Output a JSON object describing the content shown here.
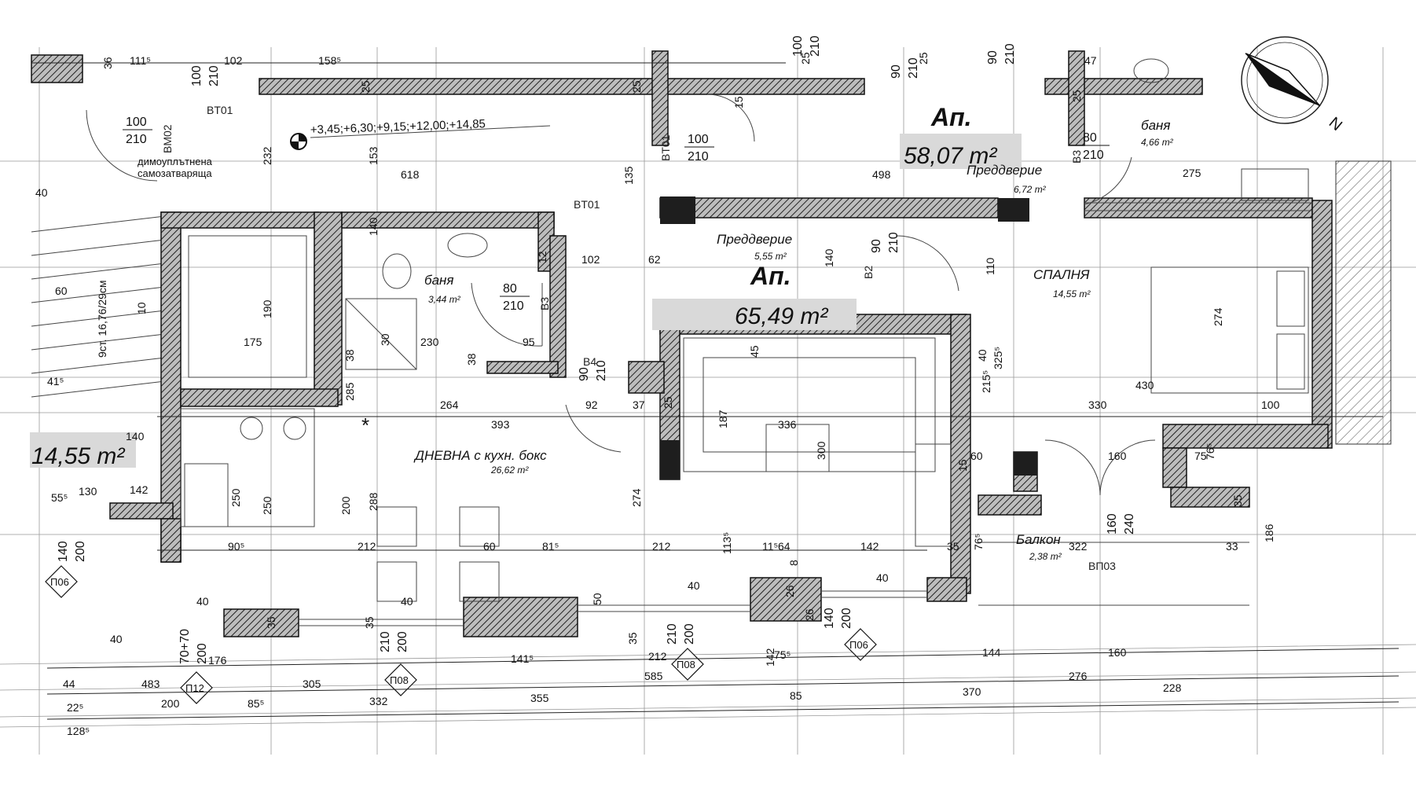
{
  "plan": {
    "apartments": [
      {
        "label": "Ап.",
        "area": "58,07 m²"
      },
      {
        "label": "Ап.",
        "area": "65,49 m²"
      }
    ],
    "neighbor_area": "14,55 m²",
    "rooms": [
      {
        "name": "баня",
        "area": "4,66 m²"
      },
      {
        "name": "Преддверие",
        "area": "6,72 m²"
      },
      {
        "name": "Преддверие",
        "area": "5,55 m²"
      },
      {
        "name": "баня",
        "area": "3,44 m²"
      },
      {
        "name": "СПАЛНЯ",
        "area": "14,55 m²"
      },
      {
        "name": "ДНЕВНА с кухн. бокс",
        "area": "26,62 m²"
      },
      {
        "name": "Балкон",
        "area": "2,38 m²"
      }
    ],
    "notes": {
      "elevations": "+3,45;+6,30;+9,15;+12,00;+14,85",
      "door_note_1": "димоуплътнена",
      "door_note_2": "самозатваряща",
      "stairs": "9ст. 16,76/29см",
      "compass": "N"
    },
    "door_tags": [
      "BT01",
      "BT01",
      "BT01",
      "BM02",
      "B3",
      "B3",
      "B2",
      "B4",
      "BП03"
    ],
    "window_tags": [
      "П06",
      "П06",
      "П08",
      "П08",
      "П12"
    ],
    "door_sizes": [
      [
        "100",
        "210"
      ],
      [
        "100",
        "210"
      ],
      [
        "100",
        "210"
      ],
      [
        "100",
        "210"
      ],
      [
        "80",
        "210"
      ],
      [
        "80",
        "210"
      ],
      [
        "90",
        "210"
      ],
      [
        "90",
        "210"
      ],
      [
        "90",
        "210"
      ],
      [
        "90",
        "210"
      ],
      [
        "160",
        "240"
      ],
      [
        "140",
        "200"
      ],
      [
        "140",
        "200"
      ],
      [
        "210",
        "200"
      ],
      [
        "210",
        "200"
      ],
      [
        "70+70",
        "200"
      ]
    ],
    "dimensions": {
      "top": [
        "111⁵",
        "102",
        "158⁵",
        "47",
        "36",
        "25",
        "25",
        "25",
        "15",
        "25",
        "25"
      ],
      "mid": [
        "618",
        "498",
        "275",
        "62",
        "102",
        "175",
        "190",
        "230",
        "264",
        "393",
        "60",
        "140",
        "130",
        "142",
        "55⁵",
        "40",
        "41⁵",
        "10",
        "232",
        "153",
        "140",
        "135",
        "140",
        "110",
        "325⁵",
        "215⁵",
        "274",
        "430",
        "330",
        "100",
        "60",
        "160",
        "75",
        "76⁵",
        "35",
        "186",
        "37",
        "92",
        "25",
        "187",
        "336",
        "300",
        "274",
        "113⁵",
        "288",
        "250",
        "200",
        "250",
        "285",
        "38",
        "38",
        "30",
        "95",
        "12",
        "15",
        "45",
        "40",
        "50",
        "8"
      ],
      "bottom": [
        "90⁵",
        "212",
        "60",
        "81⁵",
        "212",
        "11⁵",
        "64",
        "142",
        "35",
        "76⁵",
        "322",
        "33",
        "26",
        "26",
        "35",
        "35",
        "35",
        "40",
        "40",
        "40",
        "40",
        "40",
        "176",
        "141⁵",
        "212",
        "75⁵",
        "144",
        "160",
        "142",
        "44",
        "483",
        "305",
        "585",
        "276",
        "22⁵",
        "200",
        "85⁵",
        "332",
        "355",
        "85",
        "370",
        "228",
        "128⁵"
      ]
    }
  }
}
